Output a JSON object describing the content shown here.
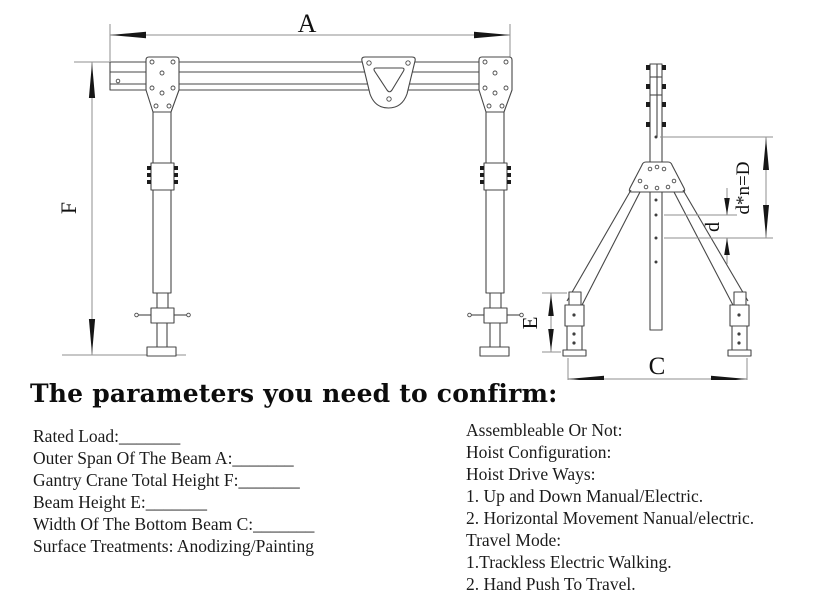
{
  "heading": "The parameters you need to confirm:",
  "dim_labels": {
    "span_a": "A",
    "height_f": "F",
    "leg_e": "E",
    "base_c": "C",
    "pitch_d": "d",
    "total_dn": "d*n=D"
  },
  "left_params": [
    "Rated Load:_______",
    "Outer Span Of The Beam A:_______",
    "Gantry Crane Total Height F:_______",
    "Beam Height E:_______",
    "Width Of The Bottom Beam C:_______",
    "Surface Treatments: Anodizing/Painting"
  ],
  "right_params": [
    "Assembleable Or Not:",
    "Hoist Configuration:",
    "Hoist Drive Ways:",
    "1. Up and Down Manual/Electric.",
    "2. Horizontal Movement Nanual/electric.",
    "Travel Mode:",
    "1.Trackless Electric Walking.",
    "2. Hand Push To Travel."
  ]
}
